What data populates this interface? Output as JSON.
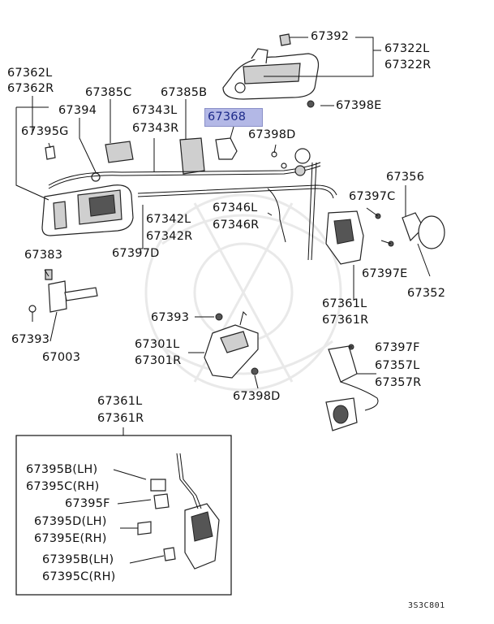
{
  "diagram": {
    "highlighted_part": "67368",
    "drawing_code": "3S3C801",
    "labels": [
      {
        "id": "67392",
        "text": "67392"
      },
      {
        "id": "67322l",
        "text": "67322L"
      },
      {
        "id": "67322r",
        "text": "67322R"
      },
      {
        "id": "67362l",
        "text": "67362L"
      },
      {
        "id": "67362r",
        "text": "67362R"
      },
      {
        "id": "67385c",
        "text": "67385C"
      },
      {
        "id": "67385b",
        "text": "67385B"
      },
      {
        "id": "67394",
        "text": "67394"
      },
      {
        "id": "67343l",
        "text": "67343L"
      },
      {
        "id": "67343r",
        "text": "67343R"
      },
      {
        "id": "67368",
        "text": "67368"
      },
      {
        "id": "67398e",
        "text": "67398E"
      },
      {
        "id": "67395g",
        "text": "67395G"
      },
      {
        "id": "67398d-top",
        "text": "67398D"
      },
      {
        "id": "67356",
        "text": "67356"
      },
      {
        "id": "67397c",
        "text": "67397C"
      },
      {
        "id": "67346l",
        "text": "67346L"
      },
      {
        "id": "67346r",
        "text": "67346R"
      },
      {
        "id": "67342l",
        "text": "67342L"
      },
      {
        "id": "67342r",
        "text": "67342R"
      },
      {
        "id": "67397d",
        "text": "67397D"
      },
      {
        "id": "67397e",
        "text": "67397E"
      },
      {
        "id": "67383",
        "text": "67383"
      },
      {
        "id": "67352",
        "text": "67352"
      },
      {
        "id": "67361l-top",
        "text": "67361L"
      },
      {
        "id": "67361r-top",
        "text": "67361R"
      },
      {
        "id": "67393-left",
        "text": "67393"
      },
      {
        "id": "67003",
        "text": "67003"
      },
      {
        "id": "67393-mid",
        "text": "67393"
      },
      {
        "id": "67301l",
        "text": "67301L"
      },
      {
        "id": "67301r",
        "text": "67301R"
      },
      {
        "id": "67397f",
        "text": "67397F"
      },
      {
        "id": "67357l",
        "text": "67357L"
      },
      {
        "id": "67357r",
        "text": "67357R"
      },
      {
        "id": "67398d-bottom",
        "text": "67398D"
      },
      {
        "id": "67361l-box",
        "text": "67361L"
      },
      {
        "id": "67361r-box",
        "text": "67361R"
      },
      {
        "id": "67395b-lh-1",
        "text": "67395B(LH)"
      },
      {
        "id": "67395c-rh-1",
        "text": "67395C(RH)"
      },
      {
        "id": "67395f",
        "text": "67395F"
      },
      {
        "id": "67395d-lh",
        "text": "67395D(LH)"
      },
      {
        "id": "67395e-rh",
        "text": "67395E(RH)"
      },
      {
        "id": "67395b-lh-2",
        "text": "67395B(LH)"
      },
      {
        "id": "67395c-rh-2",
        "text": "67395C(RH)"
      }
    ]
  }
}
